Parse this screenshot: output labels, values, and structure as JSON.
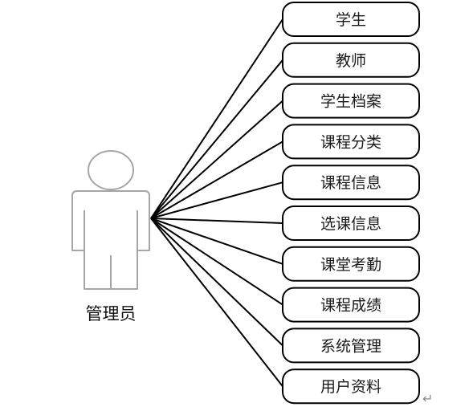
{
  "actor": {
    "name": "管理员",
    "icon": "person-icon"
  },
  "use_cases": [
    {
      "label": "学生"
    },
    {
      "label": "教师"
    },
    {
      "label": "学生档案"
    },
    {
      "label": "课程分类"
    },
    {
      "label": "课程信息"
    },
    {
      "label": "选课信息"
    },
    {
      "label": "课堂考勤"
    },
    {
      "label": "课程成绩"
    },
    {
      "label": "系统管理"
    },
    {
      "label": "用户资料"
    }
  ],
  "paragraph_mark": "↵",
  "colors": {
    "stroke": "#000000",
    "actor_outline": "#a6a6a6",
    "text": "#1a1a1a"
  }
}
